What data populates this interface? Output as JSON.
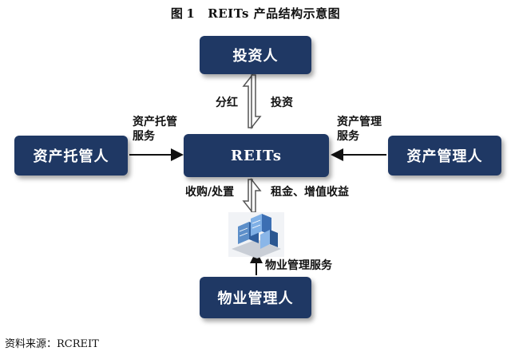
{
  "figure": {
    "title_prefix": "图",
    "title_number": "1",
    "title_text": "REITs 产品结构示意图"
  },
  "nodes": {
    "investor": "投资人",
    "center": "REITs",
    "custodian": "资产托管人",
    "asset_manager": "资产管理人",
    "property_manager": "物业管理人"
  },
  "flows": {
    "dividend": "分红",
    "invest": "投资",
    "custody_service": "资产托管服务",
    "asset_mgmt_service": "资产管理服务",
    "acquire_dispose": "收购/处置",
    "rent_income": "租金、增值收益",
    "property_service": "物业管理服务"
  },
  "icons": {
    "building": "office-building-icon"
  },
  "colors": {
    "node_fill": "#1f3864",
    "arrow_outline": "#555555",
    "arrow_fill": "#ffffff"
  },
  "source": "资料来源：RCREIT"
}
